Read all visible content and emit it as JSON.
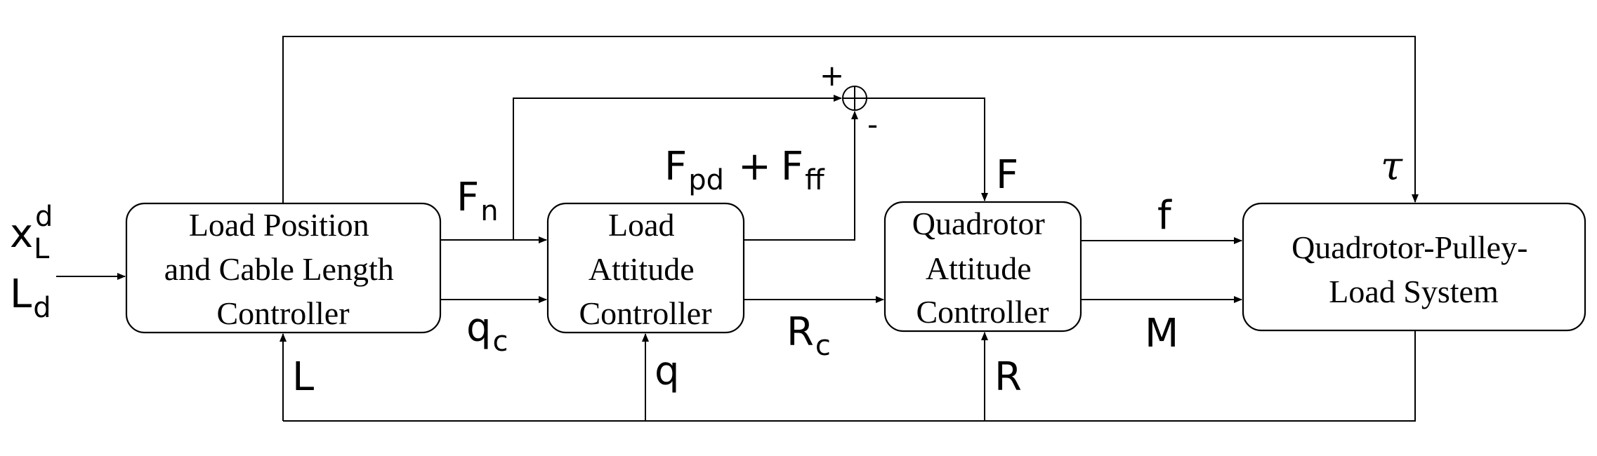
{
  "blocks": {
    "load_position": [
      "Load Position",
      "and Cable Length",
      "Controller"
    ],
    "load_attitude": [
      "Load",
      "Attitude",
      "Controller"
    ],
    "quadrotor_attitude": [
      "Quadrotor",
      "Attitude",
      "Controller"
    ],
    "system": [
      "Quadrotor-Pulley-",
      "Load System"
    ]
  },
  "signals": {
    "input_x": "x",
    "input_x_sup": "d",
    "input_x_sub": "L",
    "input_l": "L",
    "input_l_sub": "d",
    "fn": "F",
    "fn_sub": "n",
    "qc": "q",
    "qc_sub": "c",
    "fpd": "F",
    "fpd_sub": "pd",
    "plus_op": "+",
    "fff": "F",
    "fff_sub": "ff",
    "rc": "R",
    "rc_sub": "c",
    "f_cap": "F",
    "f_small": "f",
    "m": "M",
    "tau": "τ",
    "l_fb": "L",
    "q_fb": "q",
    "r_fb": "R"
  },
  "summing_junction": {
    "plus": "+",
    "minus": "-"
  }
}
